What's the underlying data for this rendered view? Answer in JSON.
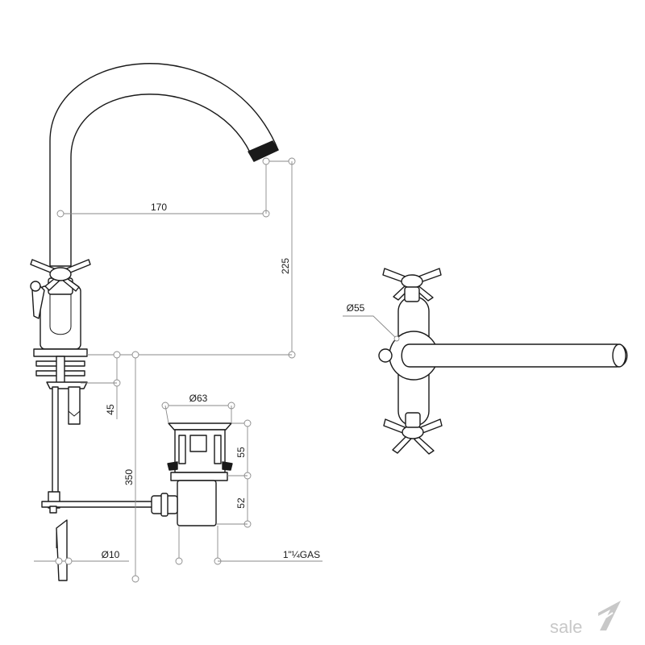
{
  "dimensions": {
    "spout_reach": "170",
    "spout_height": "225",
    "body_diameter": "Ø55",
    "waste_diameter": "Ø63",
    "base_height": "45",
    "total_length": "350",
    "waste_upper": "55",
    "waste_lower": "52",
    "rod_diameter": "Ø10",
    "thread": "1\"¼GAS"
  },
  "brand": {
    "logo_text": "sale",
    "logo_color": "#c8c8c8"
  },
  "colors": {
    "line": "#1a1a1a",
    "dimension": "#8a8a8a"
  }
}
